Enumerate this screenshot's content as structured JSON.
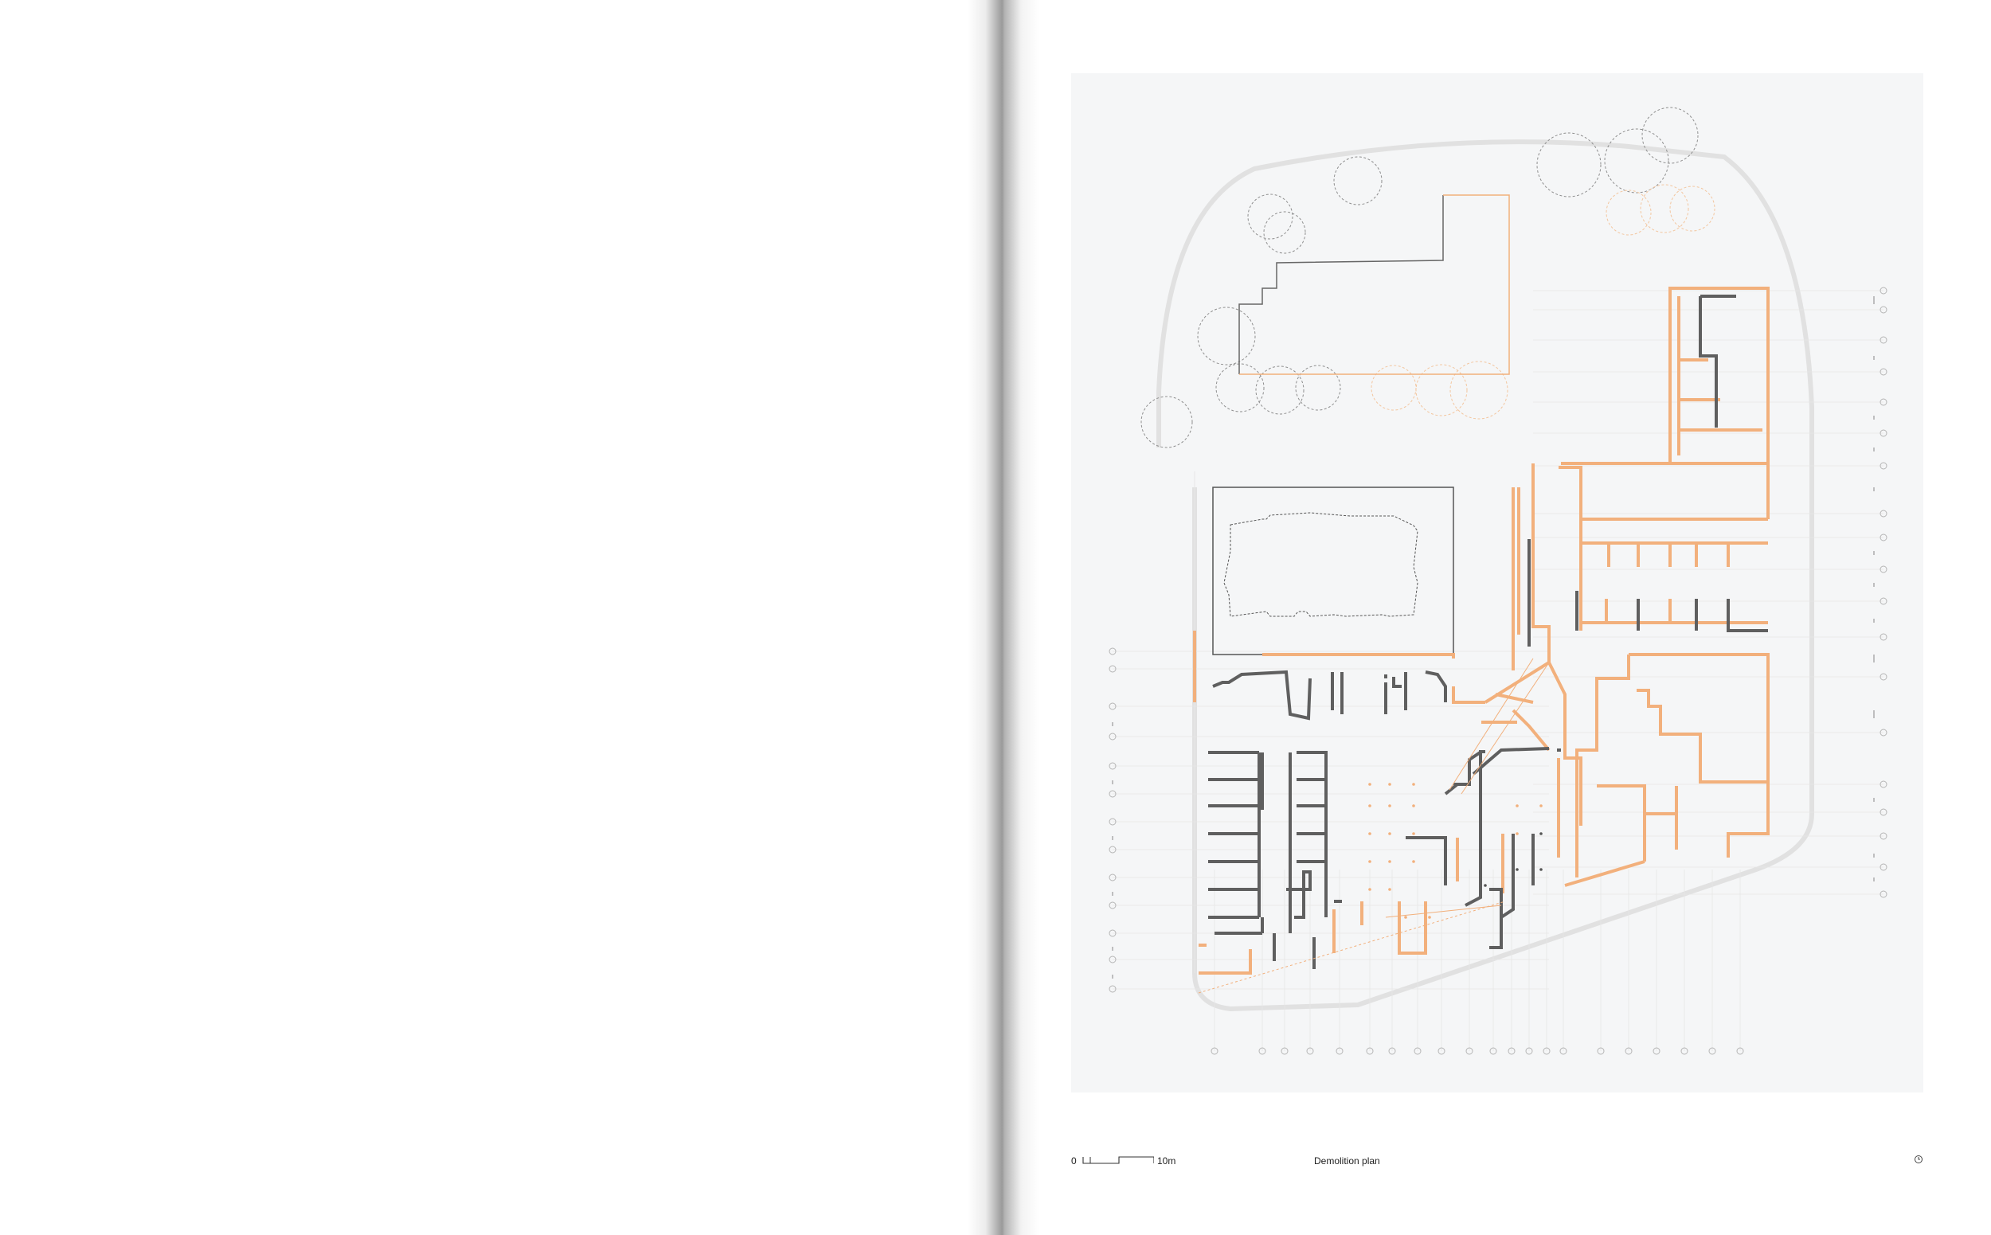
{
  "scale": {
    "start_label": "0",
    "end_label": "10m"
  },
  "caption": "Demolition plan",
  "colors": {
    "background": "#ffffff",
    "panel": "#f5f6f7",
    "existing_wall": "#555555",
    "demolished_wall": "#f2b07c",
    "site_line": "#dcdcdc",
    "tree_outline": "#9a9a9a"
  },
  "icons": {
    "corner": "clock-icon"
  }
}
